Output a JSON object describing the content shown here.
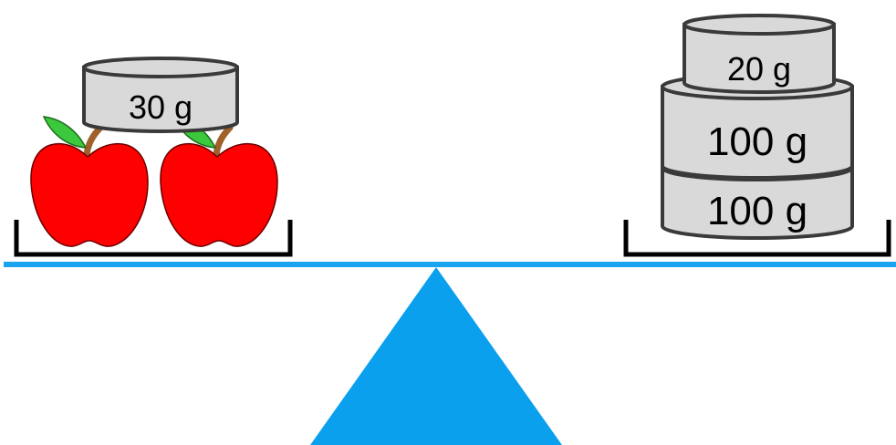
{
  "left_pan": {
    "items": [
      {
        "kind": "apple"
      },
      {
        "kind": "apple"
      }
    ],
    "weights": [
      {
        "label": "30 g"
      }
    ]
  },
  "right_pan": {
    "weights": [
      {
        "label": "100 g"
      },
      {
        "label": "100 g"
      },
      {
        "label": "20 g"
      }
    ]
  },
  "colors": {
    "beam": "#1aa3f0",
    "fulcrum": "#0aa0ee",
    "apple": "#ff0000",
    "apple_outline": "#6b0000",
    "leaf": "#3cc83c",
    "stem": "#a0602a",
    "weight_fill": "#d9d9d9",
    "weight_outline": "#3a3a3a",
    "pan": "#000000"
  }
}
